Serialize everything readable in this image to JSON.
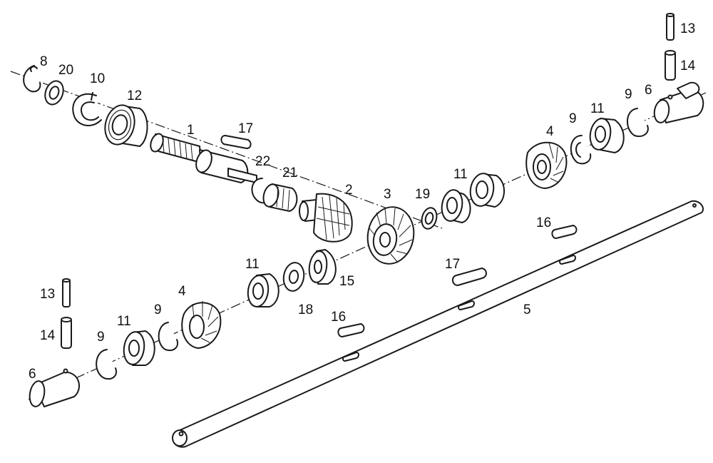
{
  "diagram": {
    "callouts": {
      "c1": "1",
      "c2": "2",
      "c3": "3",
      "c4a": "4",
      "c4b": "4",
      "c5": "5",
      "c6a": "6",
      "c6b": "6",
      "c8": "8",
      "c9a": "9",
      "c9b": "9",
      "c9c": "9",
      "c9d": "9",
      "c10": "10",
      "c11a": "11",
      "c11b": "11",
      "c11c": "11",
      "c11d": "11",
      "c12": "12",
      "c13a": "13",
      "c13b": "13",
      "c14a": "14",
      "c14b": "14",
      "c15": "15",
      "c16a": "16",
      "c16b": "16",
      "c17a": "17",
      "c17b": "17",
      "c18": "18",
      "c19": "19",
      "c20": "20",
      "c21": "21",
      "c22": "22"
    }
  }
}
